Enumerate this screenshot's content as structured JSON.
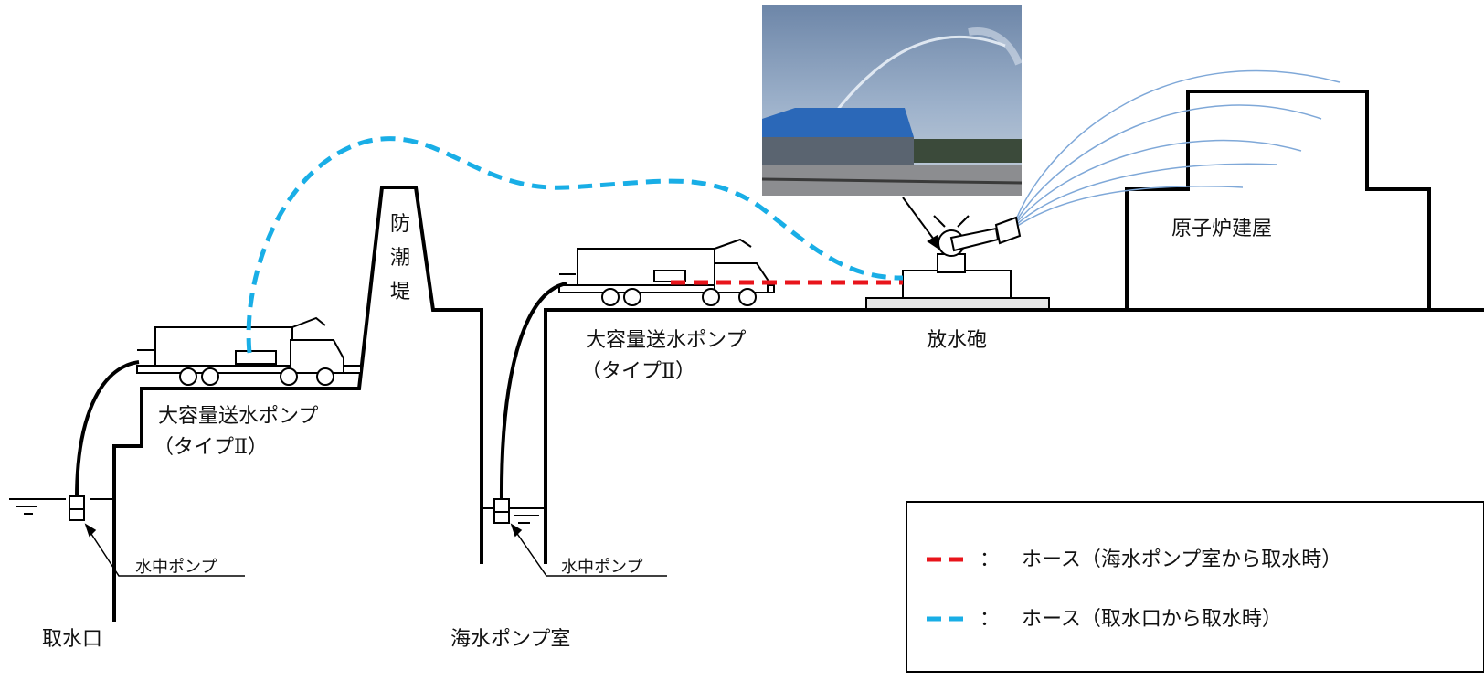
{
  "labels": {
    "seawall": [
      "防",
      "潮",
      "堤"
    ],
    "reactor_building": "原子炉建屋",
    "water_cannon": "放水砲",
    "pump_left_line1": "大容量送水ポンプ",
    "pump_left_line2": "（タイプⅡ）",
    "pump_mid_line1": "大容量送水ポンプ",
    "pump_mid_line2": "（タイプⅡ）",
    "submersible_left": "水中ポンプ",
    "submersible_mid": "水中ポンプ",
    "intake": "取水口",
    "seawater_pump_room": "海水ポンプ室"
  },
  "legend": [
    {
      "symbol": "red-dashed",
      "color": "#e8141b",
      "separator": "：",
      "text": "ホース（海水ポンプ室から取水時）"
    },
    {
      "symbol": "blue-dashed",
      "color": "#19aee6",
      "separator": "：",
      "text": "ホース（取水口から取水時）"
    }
  ],
  "colors": {
    "hose_blue": "#19aee6",
    "hose_red": "#e8141b",
    "spray": "#7fa8d8",
    "line": "#000000"
  }
}
